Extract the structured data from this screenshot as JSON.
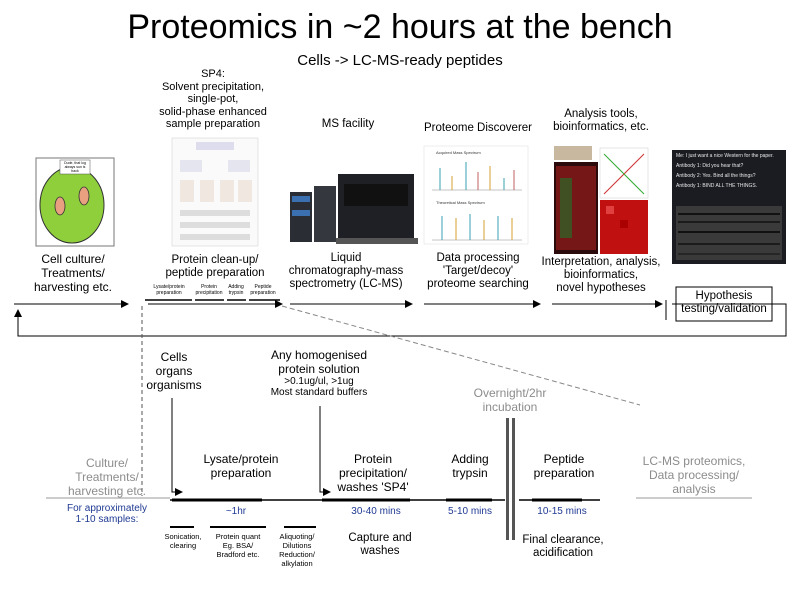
{
  "title": "Proteomics in ~2 hours at the bench",
  "subtitle": "Cells -> LC-MS-ready peptides",
  "top": {
    "cell_culture": "Cell culture/\nTreatments/\nharvesting etc.",
    "cell_speech": "Dude, that log\nalways sun is\nback",
    "sp4_header": "SP4:\nSolvent precipitation,\nsingle-pot,\nsolid-phase enhanced\nsample preparation",
    "protein_cleanup": "Protein clean-up/\npeptide preparation",
    "sub_steps": [
      "Lysate/protein\npreparation",
      "Protein\nprecipitation",
      "Adding\ntrypsin",
      "Peptide\npreparation"
    ],
    "ms_facility": "MS facility",
    "lcms": "Liquid\nchromatography-mass\nspectrometry (LC-MS)",
    "proteome_discoverer": "Proteome Discoverer",
    "spectrum_top_label": "Acquired Mass Spectrum",
    "spectrum_bottom_label": "Theoretical Mass Spectrum",
    "data_processing": "Data processing\n'Target/decoy'\nproteome searching",
    "analysis_tools": "Analysis tools,\nbioinformatics, etc.",
    "interpretation": "Interpretation, analysis,\nbioinformatics,\nnovel hypotheses",
    "meme_lines": [
      "Me: I just want a nice Western for the paper.",
      "Antibody 1: Did you hear that?",
      "Antibody 2: Yes. Bind all the things?",
      "Antibody 1: BIND ALL THE THINGS."
    ],
    "hypothesis": "Hypothesis\ntesting/validation"
  },
  "bottom": {
    "cells": "Cells\norgans\norganisms",
    "homogenised": "Any homogenised\nprotein solution",
    "homogenised_detail": ">0.1ug/ul, >1ug\nMost standard buffers",
    "overnight": "Overnight/2hr\nincubation",
    "culture": "Culture/\nTreatments/\nharvesting etc.",
    "approx": "For approximately\n1-10 samples:",
    "lysate": "Lysate/protein\npreparation",
    "lysate_time": "~1hr",
    "precip": "Protein\nprecipitation/\nwashes 'SP4'",
    "precip_time": "30-40 mins",
    "trypsin": "Adding\ntrypsin",
    "trypsin_time": "5-10 mins",
    "peptide": "Peptide\npreparation",
    "peptide_time": "10-15 mins",
    "lcms_end": "LC-MS proteomics,\nData processing/\nanalysis",
    "sonication": "Sonication,\nclearing",
    "protein_quant": "Protein quant\nEg. BSA/\nBradford etc.",
    "aliquoting": "Aliquoting/\nDilutions\nReduction/\nalkylation",
    "capture": "Capture and\nwashes",
    "final_clearance": "Final clearance,\nacidification"
  },
  "colors": {
    "grey_text": "#8c8c8c",
    "blue_text": "#1f3a93",
    "cell_green": "#8fcf3c",
    "instrument": "#2a2d33"
  }
}
